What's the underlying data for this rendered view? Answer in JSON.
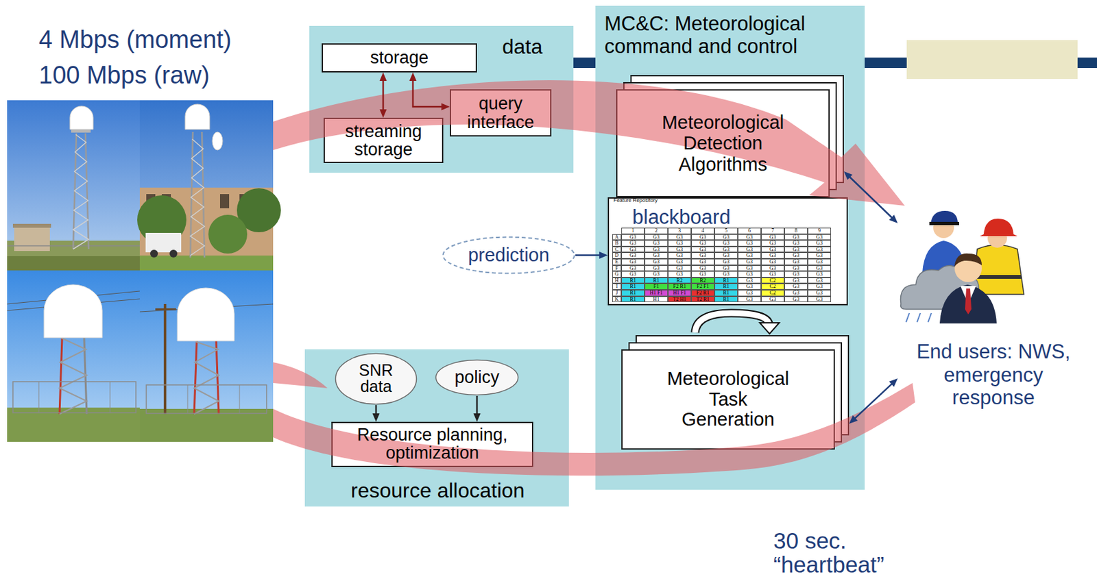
{
  "diagram": {
    "nodes": [
      {
        "text": [
          "data"
        ]
      },
      {
        "text": [
          "storage"
        ],
        "in": 0
      },
      {
        "text": [
          "query interface"
        ],
        "in": 0
      },
      {
        "text": [
          "streaming storage"
        ],
        "in": 0
      },
      {
        "text": [
          "MC&C: Meteorological command and control"
        ]
      },
      {
        "text": [
          "Meteorological Detection Algorithms"
        ],
        "in": 4
      },
      {
        "text": [
          "blackboard"
        ],
        "in": 4
      },
      {
        "text": [
          "prediction"
        ]
      },
      {
        "text": [
          "Meteorological Task Generation"
        ],
        "in": 4
      },
      {
        "text": [
          "resource allocation"
        ]
      },
      {
        "text": [
          "SNR data"
        ],
        "in": 9
      },
      {
        "text": [
          "policy"
        ],
        "in": 9
      },
      {
        "text": [
          "Resource planning, optimization"
        ],
        "in": 9
      },
      {
        "text": [
          "End users: NWS, emergency response"
        ]
      }
    ],
    "edges": [
      {
        "from": 1,
        "to": 3,
        "arrow": "both"
      },
      {
        "from": 1,
        "to": 2,
        "arrow": "both"
      },
      {
        "from": 7,
        "to": 6,
        "arrow": "to"
      },
      {
        "from": 10,
        "to": 12,
        "arrow": "to"
      },
      {
        "from": 11,
        "to": 12,
        "arrow": "to"
      },
      {
        "from": 5,
        "to": 13,
        "arrow": "both"
      },
      {
        "from": 8,
        "to": 13,
        "arrow": "both"
      }
    ],
    "labels": [
      "4 Mbps (moment)",
      "100 Mbps (raw)",
      "30 sec. “heartbeat”",
      "Feature Repository",
      "1",
      "2",
      "3",
      "4",
      "5",
      "6",
      "7",
      "8",
      "9",
      "A",
      "B",
      "C",
      "D",
      "E",
      "F",
      "G",
      "H",
      "I",
      "J",
      "K",
      "G3",
      "G3",
      "G3",
      "G3",
      "G3",
      "G3",
      "G3",
      "G3",
      "G3",
      "G3",
      "G3",
      "G3",
      "G3",
      "G3",
      "G3",
      "G3",
      "G3",
      "G3",
      "G3",
      "G3",
      "G3",
      "G3",
      "G3",
      "G3",
      "G3",
      "G3",
      "G3",
      "G3",
      "G3",
      "G3",
      "G3",
      "G3",
      "G3",
      "G3",
      "G3",
      "G3",
      "G3",
      "G3",
      "G3",
      "G3",
      "G3",
      "G3",
      "G3",
      "G3",
      "G3",
      "G3",
      "G3",
      "G3",
      "G3",
      "G3",
      "G3",
      "G3",
      "G3",
      "G3",
      "G3",
      "G3",
      "G3",
      "G3",
      "G3",
      "G3",
      "G3",
      "G3",
      "G3",
      "R1",
      "R1",
      "R2",
      "R2",
      "R1",
      "G3",
      "C2",
      "G3",
      "G3",
      "R1",
      "F1",
      "F2 R1",
      "F2 F1",
      "R1",
      "G3",
      "C2",
      "G3",
      "G3",
      "R1",
      "H1 F1",
      "H1 F1",
      "F2 R1",
      "R1",
      "G3",
      "C2",
      "G3",
      "G3",
      "R1",
      "H1",
      "T2 H1",
      "T2 R1",
      "R1",
      "G3",
      "G3",
      "G3",
      "G3"
    ]
  }
}
